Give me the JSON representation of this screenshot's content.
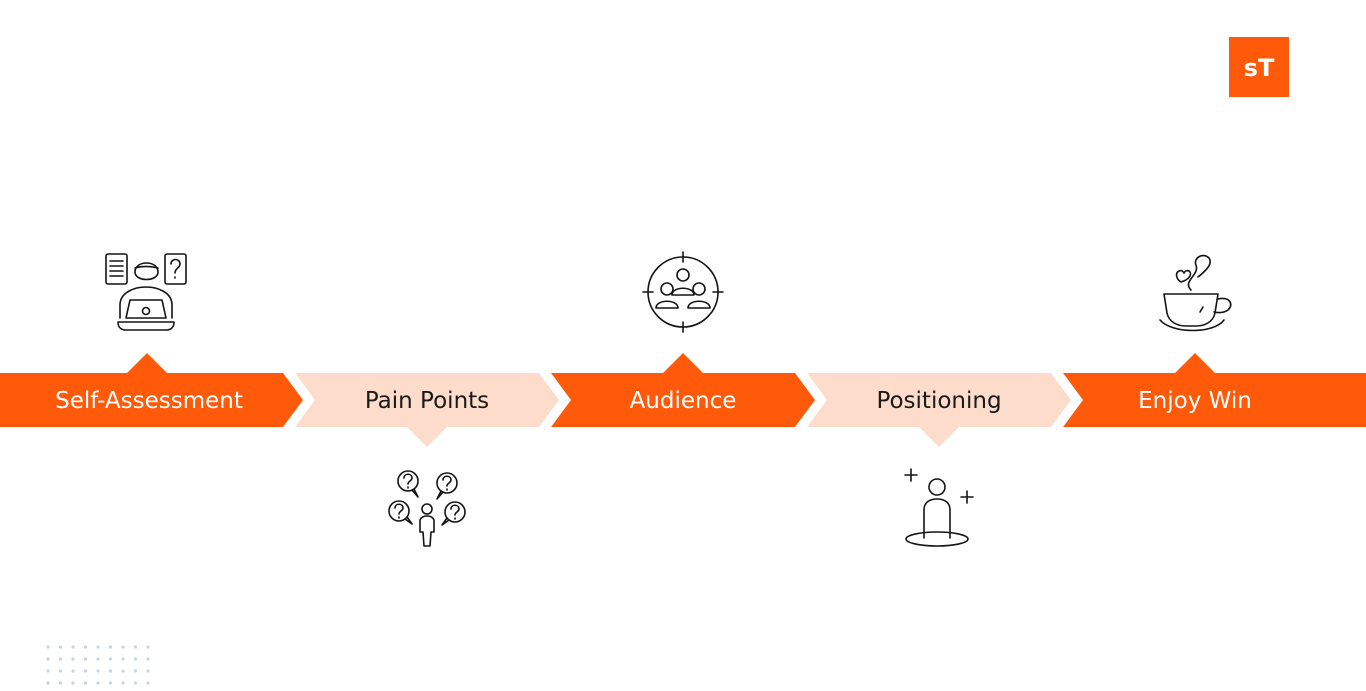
{
  "logo": {
    "text": "sT",
    "color": "#FF5A0A"
  },
  "colors": {
    "dark_arrow": "#FF5A0A",
    "light_arrow": "#FDDCCB",
    "dark_text": "#FFFFFF",
    "light_text": "#1A1A1A",
    "dots": "#C9D3E6"
  },
  "steps": [
    {
      "label": "Self-Assessment",
      "style": "dark",
      "pointer": "up",
      "icon": "person-laptop-question-icon"
    },
    {
      "label": "Pain Points",
      "style": "light",
      "pointer": "down",
      "icon": "person-question-bubbles-icon"
    },
    {
      "label": "Audience",
      "style": "dark",
      "pointer": "up",
      "icon": "target-audience-icon"
    },
    {
      "label": "Positioning",
      "style": "light",
      "pointer": "down",
      "icon": "person-pedestal-icon"
    },
    {
      "label": "Enjoy Win",
      "style": "dark",
      "pointer": "up",
      "icon": "coffee-cup-heart-icon"
    }
  ]
}
